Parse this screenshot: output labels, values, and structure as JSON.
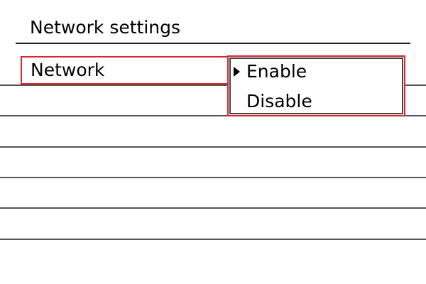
{
  "header": {
    "title": "Network settings"
  },
  "settings": {
    "selected_row": {
      "label": "Network"
    },
    "dropdown": {
      "options": [
        {
          "label": "Enable",
          "selected": true,
          "icon": "triangle-right-icon"
        },
        {
          "label": "Disable",
          "selected": false
        }
      ]
    }
  },
  "colors": {
    "highlight": "#d9262c",
    "divider": "#555555"
  }
}
